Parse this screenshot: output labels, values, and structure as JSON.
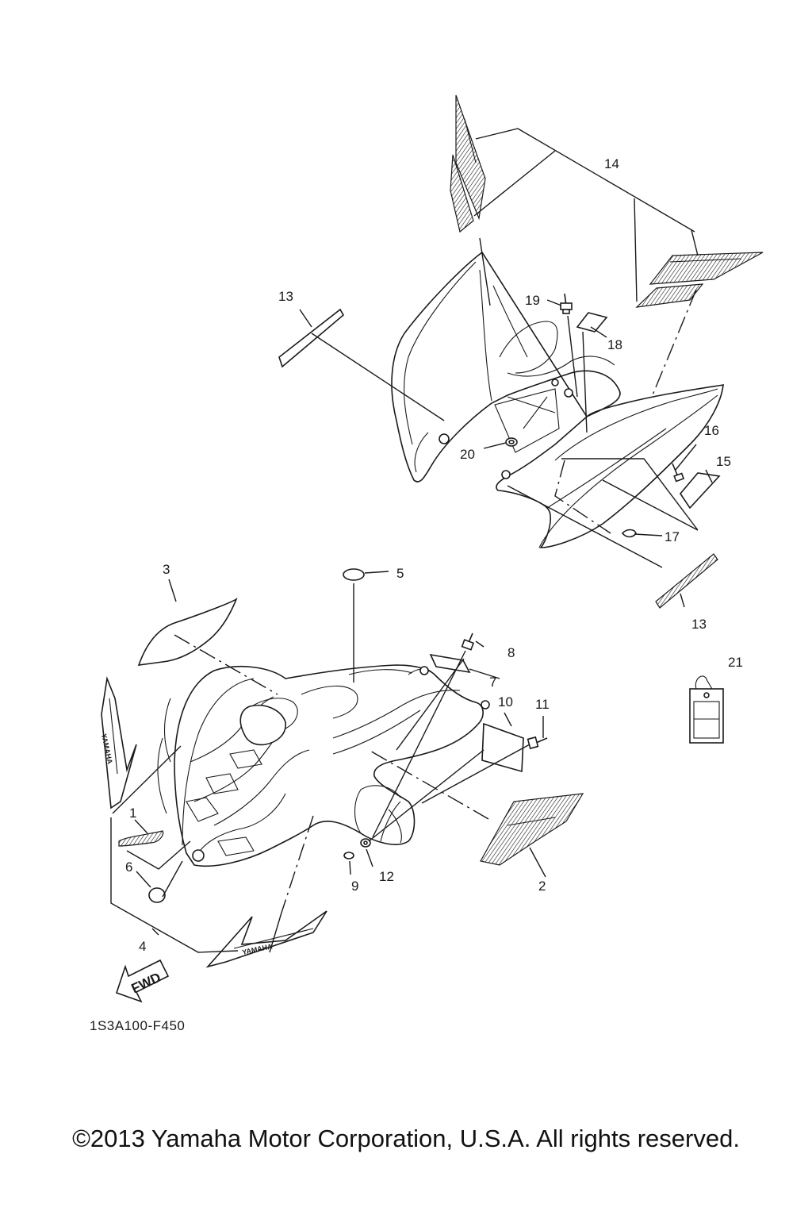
{
  "callouts": {
    "c1": "1",
    "c2": "2",
    "c3": "3",
    "c4": "4",
    "c5": "5",
    "c6": "6",
    "c7": "7",
    "c8": "8",
    "c9": "9",
    "c10": "10",
    "c11": "11",
    "c12": "12",
    "c13a": "13",
    "c13b": "13",
    "c14": "14",
    "c15": "15",
    "c16": "16",
    "c17": "17",
    "c18": "18",
    "c19": "19",
    "c20": "20",
    "c21": "21"
  },
  "labels": {
    "fwd": "FWD",
    "brand": "YAMAHA"
  },
  "diagram_code": "1S3A100-F450",
  "copyright": "©2013 Yamaha Motor Corporation, U.S.A. All rights reserved."
}
